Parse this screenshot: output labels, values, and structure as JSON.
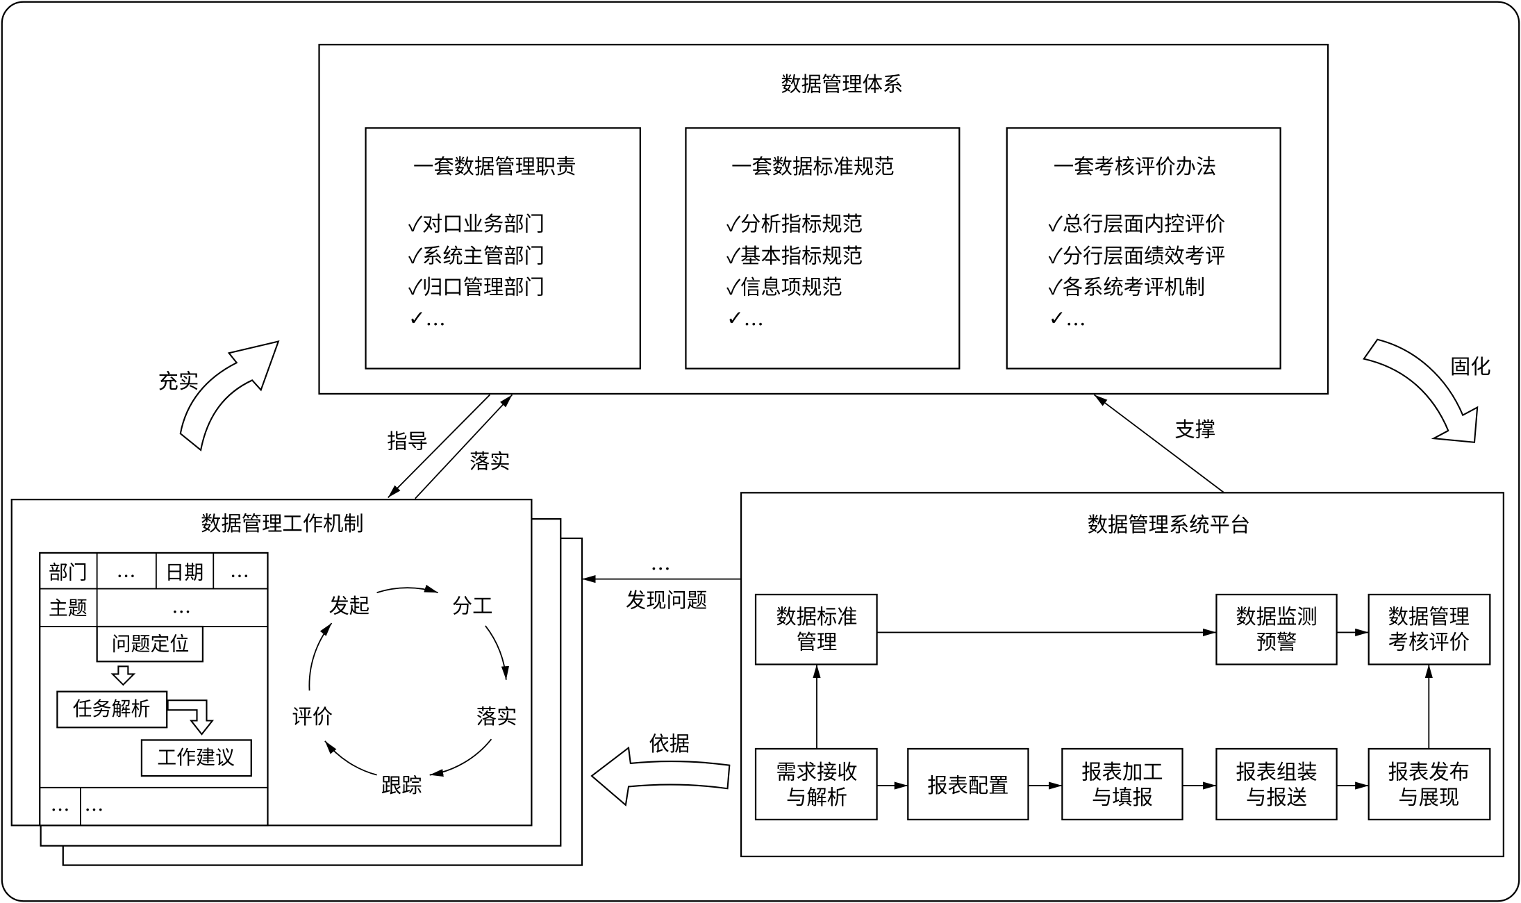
{
  "system": {
    "title": "数据管理体系",
    "groups": [
      {
        "title": "一套数据管理职责",
        "items": [
          "✓对口业务部门",
          "✓系统主管部门",
          "✓归口管理部门",
          "✓…"
        ]
      },
      {
        "title": "一套数据标准规范",
        "items": [
          "✓分析指标规范",
          "✓基本指标规范",
          "✓信息项规范",
          "✓…"
        ]
      },
      {
        "title": "一套考核评价办法",
        "items": [
          "✓总行层面内控评价",
          "✓分行层面绩效考评",
          "✓各系统考评机制",
          "✓…"
        ]
      }
    ]
  },
  "flows": {
    "enrich": "充实",
    "solidify": "固化",
    "guide": "指导",
    "implement": "落实",
    "support": "支撑",
    "ellipsis": "…",
    "find_issue": "发现问题",
    "basis": "依据"
  },
  "mechanism": {
    "title": "数据管理工作机制",
    "form": {
      "row1": [
        "部门",
        "…",
        "日期",
        "…"
      ],
      "row2": [
        "主题",
        "…"
      ],
      "steps": [
        "问题定位",
        "任务解析",
        "工作建议"
      ],
      "footer": [
        "…",
        "…"
      ]
    },
    "cycle": [
      "发起",
      "分工",
      "落实",
      "跟踪",
      "评价"
    ]
  },
  "platform": {
    "title": "数据管理系统平台",
    "top_row": [
      [
        "数据标准",
        "管理"
      ],
      [
        "数据监测",
        "预警"
      ],
      [
        "数据管理",
        "考核评价"
      ]
    ],
    "bottom_row": [
      [
        "需求接收",
        "与解析"
      ],
      [
        "报表配置"
      ],
      [
        "报表加工",
        "与填报"
      ],
      [
        "报表组装",
        "与报送"
      ],
      [
        "报表发布",
        "与展现"
      ]
    ]
  }
}
